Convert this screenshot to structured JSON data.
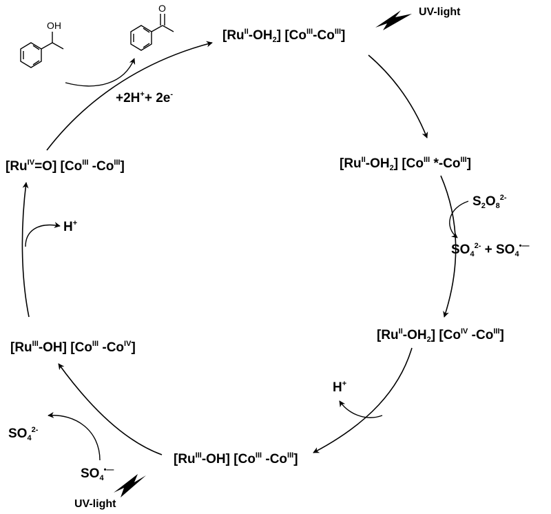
{
  "species": {
    "top": {
      "ru": "Ru",
      "ru_ox": "II",
      "ru_lig": "-OH",
      "ru_sub": "2",
      "co1": "Co",
      "co1_ox": "III",
      "co_join": "-",
      "co2": "Co",
      "co2_ox": "III"
    },
    "right_upper": {
      "ru": "Ru",
      "ru_ox": "II",
      "ru_lig": "-OH",
      "ru_sub": "2",
      "co1": "Co",
      "co1_ox": "III",
      "star": " *",
      "co_join": "-",
      "co2": "Co",
      "co2_ox": "III"
    },
    "right_lower": {
      "ru": "Ru",
      "ru_ox": "II",
      "ru_lig": "-OH",
      "ru_sub": "2",
      "co1": "Co",
      "co1_ox": "IV",
      "co_join": " -",
      "co2": "Co",
      "co2_ox": "III"
    },
    "bottom": {
      "ru": "Ru",
      "ru_ox": "III",
      "ru_lig": "-OH",
      "co1": "Co",
      "co1_ox": "III",
      "co_join": " -",
      "co2": "Co",
      "co2_ox": "III"
    },
    "left_lower": {
      "ru": "Ru",
      "ru_ox": "III",
      "ru_lig": "-OH",
      "co1": "Co",
      "co1_ox": "III",
      "co_join": " -",
      "co2": "Co",
      "co2_ox": "IV"
    },
    "left_upper": {
      "ru": "Ru",
      "ru_ox": "IV",
      "ru_lig": "=O",
      "co1": "Co",
      "co1_ox": "III",
      "co_join": " -",
      "co2": "Co",
      "co2_ox": "III"
    }
  },
  "labels": {
    "uv_top": "UV-light",
    "uv_bottom": "UV-light",
    "proton_electron": {
      "a": "+2H",
      "a_sup": "+",
      "b": "+ 2e",
      "b_sup": "-"
    },
    "persulfate": {
      "s": "S",
      "s_sub": "2",
      "o": "O",
      "o_sub": "8",
      "charge": "2-"
    },
    "sulfate_products": {
      "a": "SO",
      "a_sub": "4",
      "a_sup": "2-",
      "plus": " + SO",
      "b_sub": "4",
      "b_sup": "•—"
    },
    "proton_right": {
      "h": "H",
      "sup": "+"
    },
    "proton_left": {
      "h": "H",
      "sup": "+"
    },
    "sulfate_out": {
      "s": "SO",
      "sub": "4",
      "sup": "2-"
    },
    "radical_in": {
      "s": "SO",
      "sub": "4",
      "sup": "•—"
    },
    "oh_label": "OH",
    "o_label": "O"
  }
}
